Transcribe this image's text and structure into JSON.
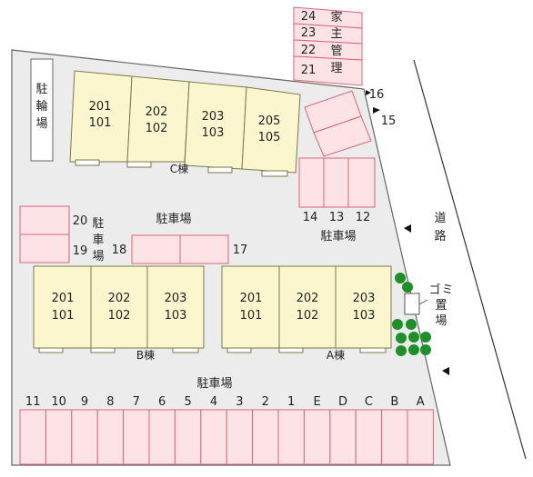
{
  "colors": {
    "lot_fill": "#ececec",
    "lot_stroke": "#666666",
    "building_fill": "#fcf6cf",
    "building_stroke": "#7a7a4a",
    "parking_fill": "#fde2e6",
    "parking_stroke": "#d9667a",
    "tree": "#1f8f2a",
    "text": "#222222"
  },
  "labels": {
    "bike_parking": [
      "駐",
      "輪",
      "場"
    ],
    "parking_center": "駐車場",
    "parking_right": "駐車場",
    "parking_bottom": "駐車場",
    "parking_left": [
      "駐",
      "車",
      "場"
    ],
    "road": [
      "道",
      "路"
    ],
    "garbage": [
      "ゴ",
      "ミ",
      "置",
      "場"
    ],
    "landlord": [
      "家",
      "主",
      "管",
      "理"
    ]
  },
  "buildings": {
    "c": {
      "label": "C棟",
      "units": [
        {
          "top": "201",
          "bottom": "101"
        },
        {
          "top": "202",
          "bottom": "102"
        },
        {
          "top": "203",
          "bottom": "103"
        },
        {
          "top": "205",
          "bottom": "105"
        }
      ]
    },
    "b": {
      "label": "B棟",
      "units": [
        {
          "top": "201",
          "bottom": "101"
        },
        {
          "top": "202",
          "bottom": "102"
        },
        {
          "top": "203",
          "bottom": "103"
        }
      ]
    },
    "a": {
      "label": "A棟",
      "units": [
        {
          "top": "201",
          "bottom": "101"
        },
        {
          "top": "202",
          "bottom": "102"
        },
        {
          "top": "203",
          "bottom": "103"
        }
      ]
    }
  },
  "parking": {
    "bottom_row": [
      "11",
      "10",
      "9",
      "8",
      "7",
      "6",
      "5",
      "4",
      "3",
      "2",
      "1",
      "E",
      "D",
      "C",
      "B",
      "A"
    ],
    "right_row": [
      "14",
      "13",
      "12"
    ],
    "tilted": [
      "16",
      "15"
    ],
    "left_stack": [
      "20",
      "19"
    ],
    "middle": [
      "18",
      "17"
    ],
    "landlord_stack": [
      "24",
      "23",
      "22",
      "21"
    ]
  }
}
